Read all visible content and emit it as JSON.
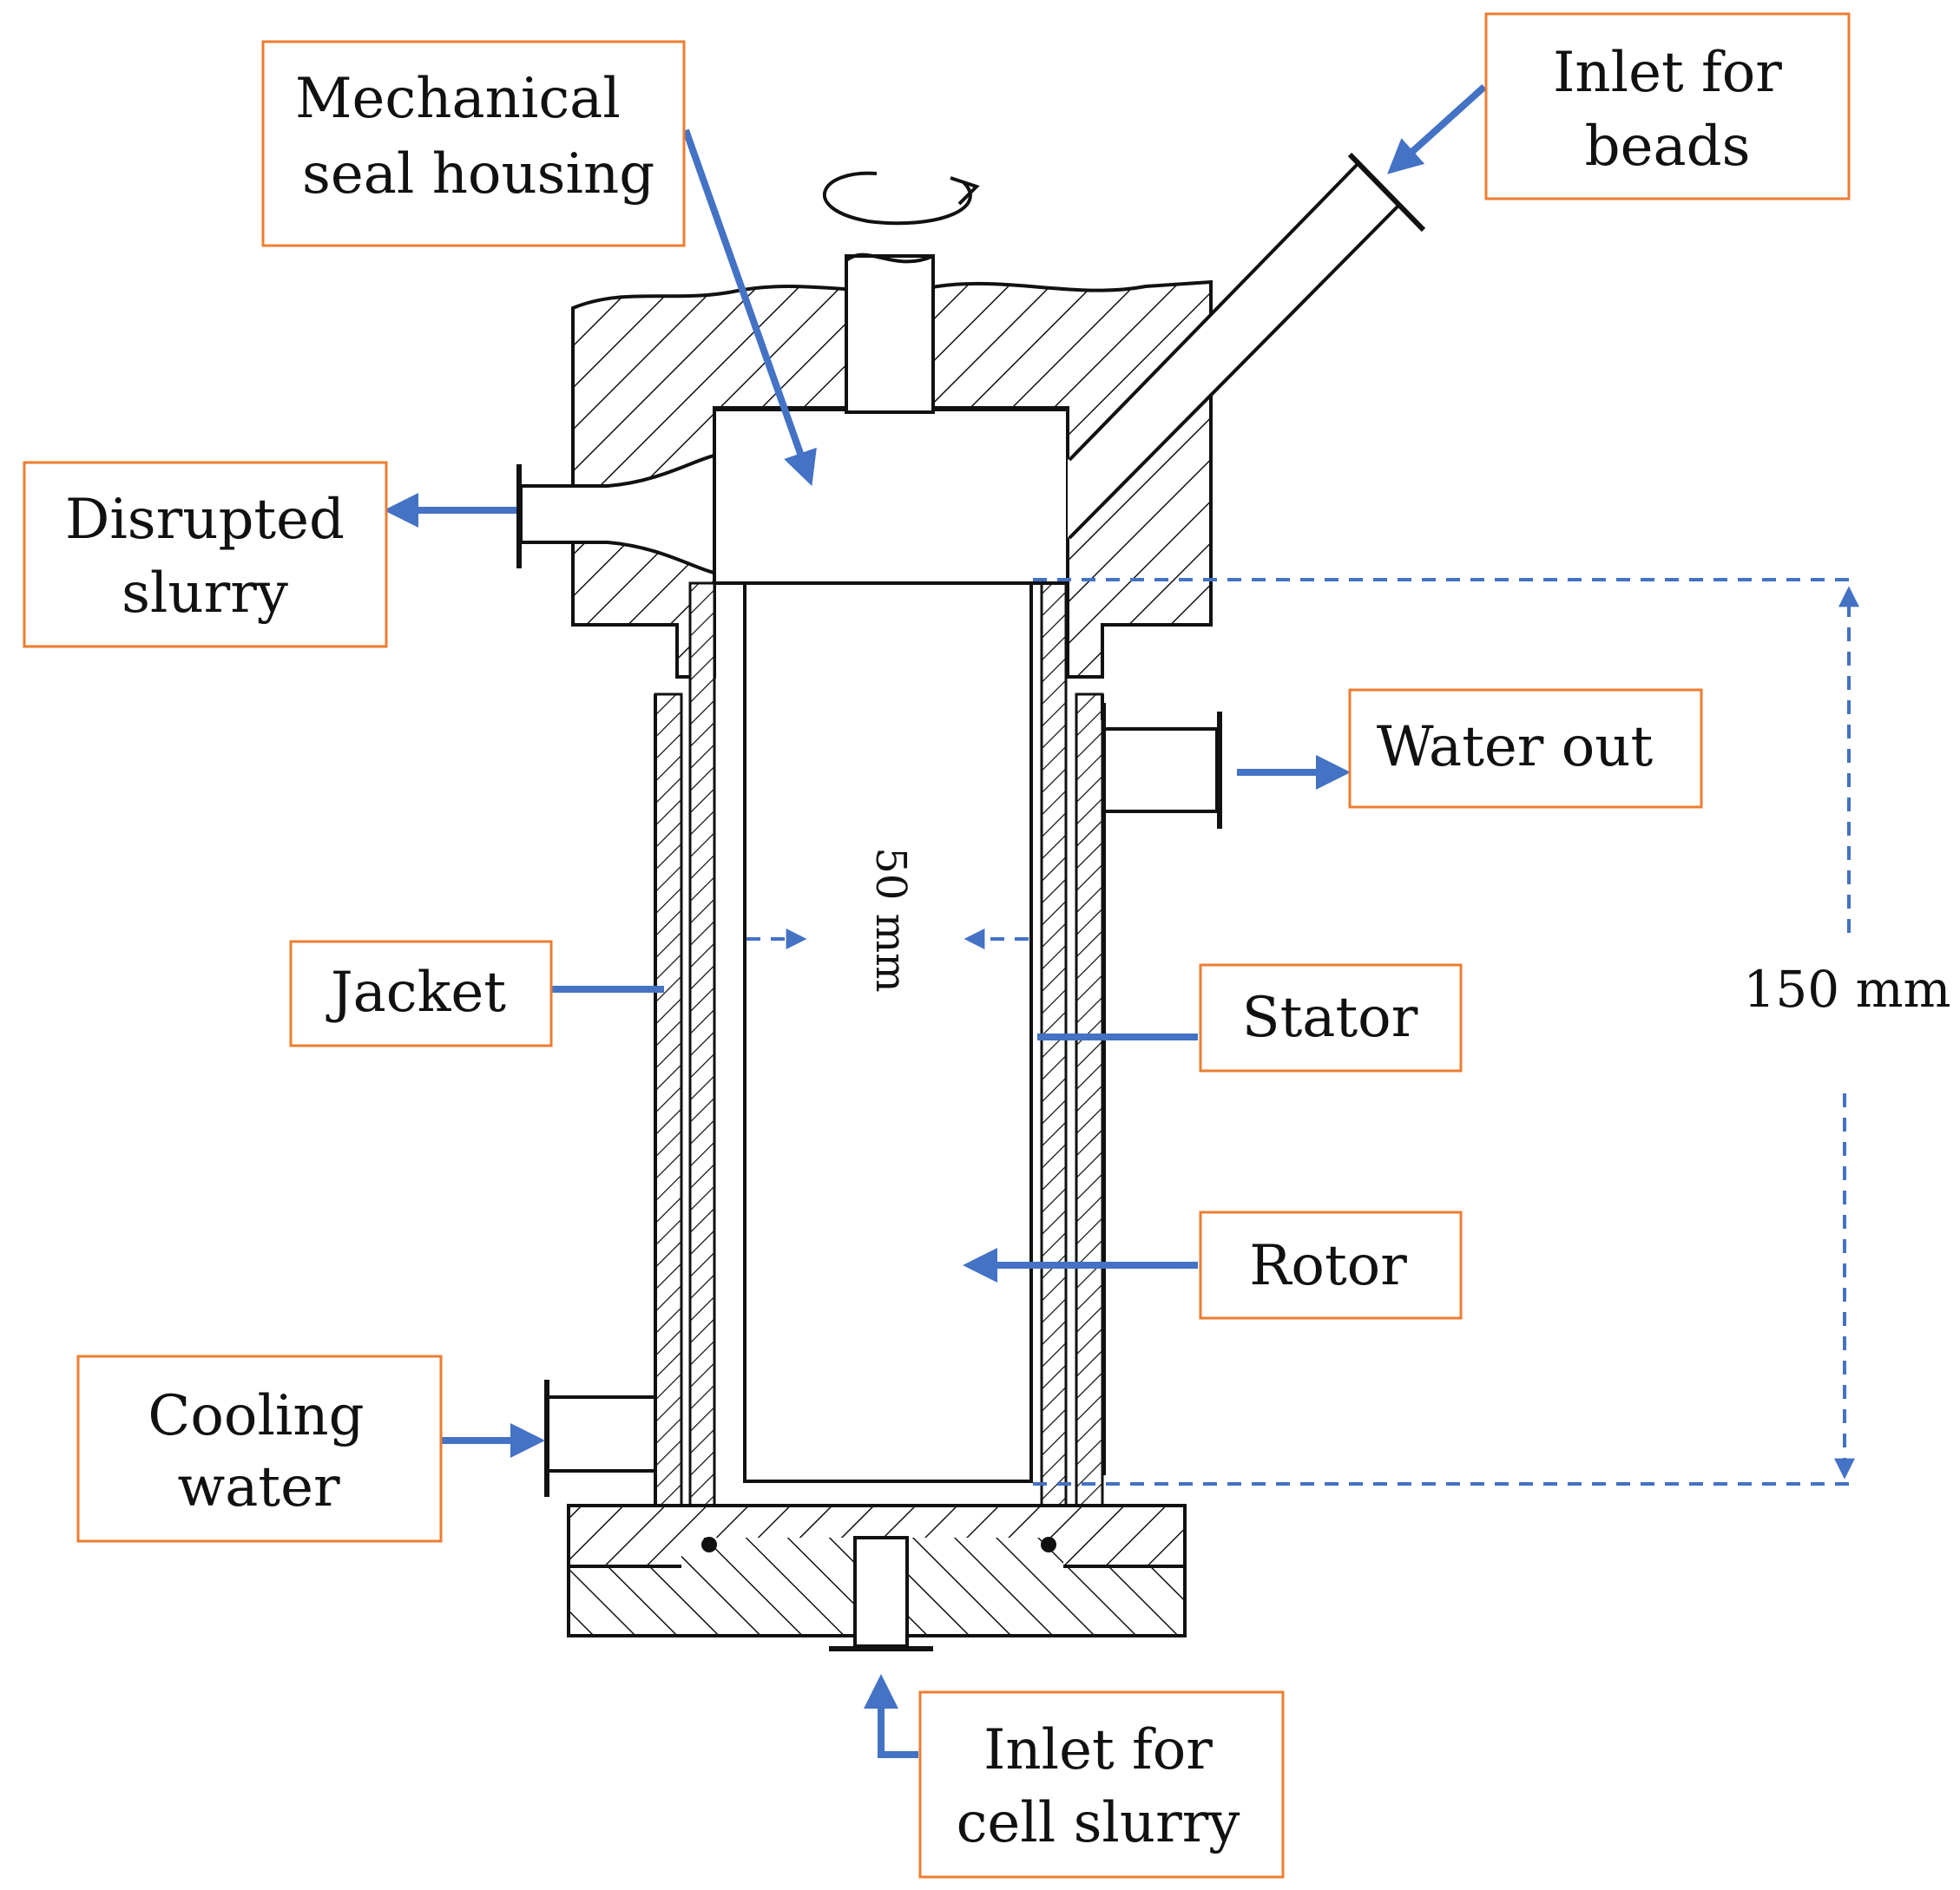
{
  "colors": {
    "label_border": "#ED7D31",
    "arrow": "#4472C4",
    "ink": "#111111",
    "background": "#ffffff"
  },
  "labels": {
    "mechanical_seal": [
      "Mechanical",
      "seal housing"
    ],
    "inlet_beads": [
      "Inlet for",
      "beads"
    ],
    "disrupted_slurry": [
      "Disrupted",
      "slurry"
    ],
    "water_out": "Water out",
    "jacket": "Jacket",
    "stator": "Stator",
    "rotor": "Rotor",
    "cooling_water": [
      "Cooling",
      "water"
    ],
    "inlet_cell_slurry": [
      "Inlet for",
      "cell slurry"
    ]
  },
  "dimensions": {
    "height": "150 mm",
    "diameter": "50 mm"
  },
  "icons": {
    "rotation": "rotation-arrow-icon"
  }
}
